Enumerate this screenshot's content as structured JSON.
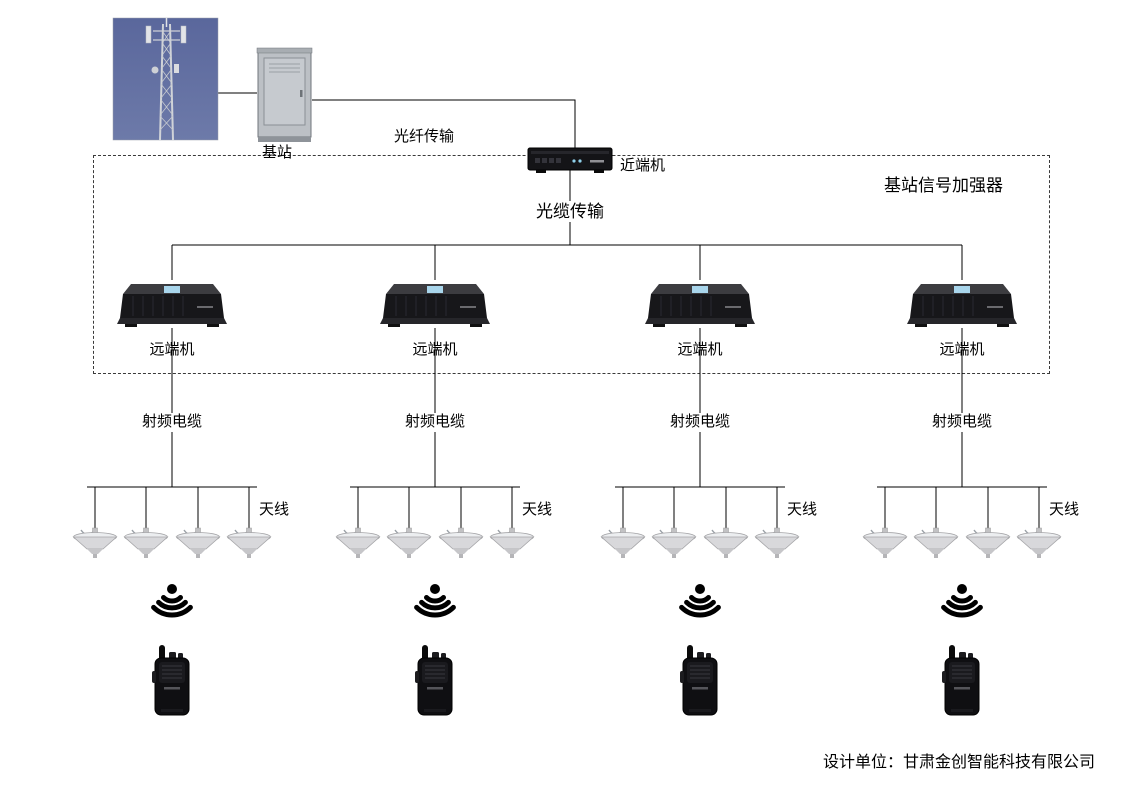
{
  "labels": {
    "base_station": "基站",
    "fiber_transmission": "光纤传输",
    "near_end_unit": "近端机",
    "amplifier_box": "基站信号加强器",
    "optical_cable": "光缆传输",
    "footer": "设计单位：甘肃金创智能科技有限公司"
  },
  "groups": [
    {
      "remote_unit": "远端机",
      "rf_cable": "射频电缆",
      "antenna": "天线"
    },
    {
      "remote_unit": "远端机",
      "rf_cable": "射频电缆",
      "antenna": "天线"
    },
    {
      "remote_unit": "远端机",
      "rf_cable": "射频电缆",
      "antenna": "天线"
    },
    {
      "remote_unit": "远端机",
      "rf_cable": "射频电缆",
      "antenna": "天线"
    }
  ],
  "icons": {
    "cell_tower": "cell-tower-photo",
    "outdoor_cabinet": "outdoor-cabinet",
    "near_end_device": "near-end-unit-device",
    "remote_device": "remote-unit-device",
    "ceiling_antenna": "ceiling-antenna-icon",
    "signal_waves": "signal-waves-icon",
    "walkie_talkie": "walkie-talkie-icon"
  },
  "colors": {
    "line": "#000000",
    "device_body": "#17171a",
    "sticker_blue": "#a9d6ec",
    "sky_blue": "#4e5d92"
  }
}
